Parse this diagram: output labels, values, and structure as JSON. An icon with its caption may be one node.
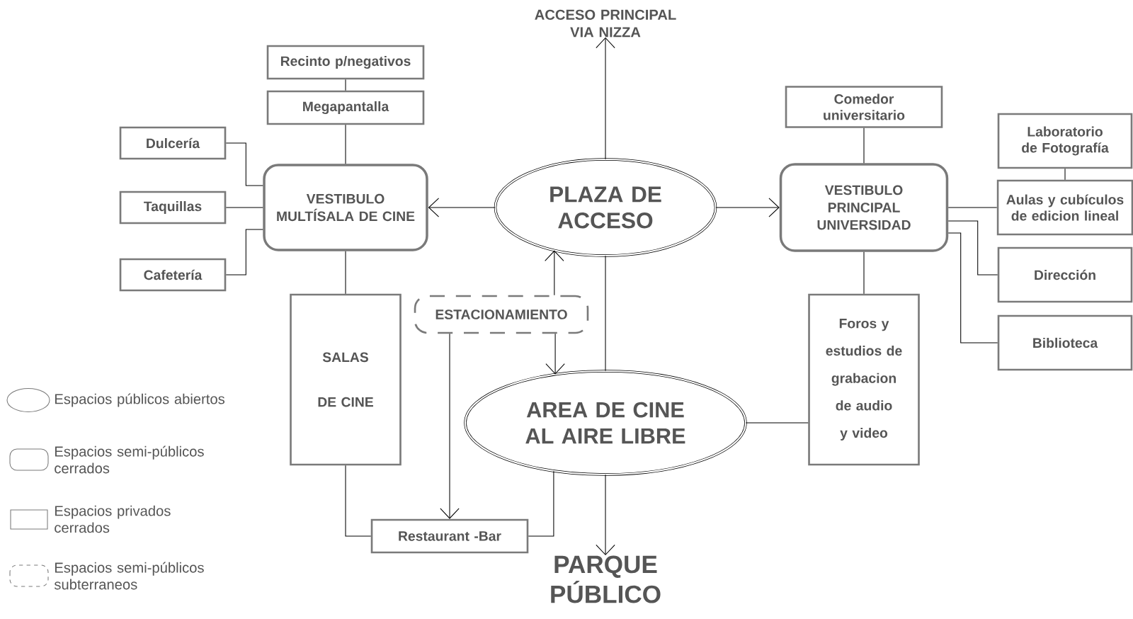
{
  "diagram": {
    "nodes": [
      {
        "text": [
          "Recinto p/negativos"
        ]
      },
      {
        "text": [
          "Megapantalla"
        ]
      },
      {
        "text": [
          "Dulcería"
        ]
      },
      {
        "text": [
          "Taquillas"
        ]
      },
      {
        "text": [
          "Cafetería"
        ]
      },
      {
        "text": [
          "VESTIBULO MULTÍSALA DE CINE"
        ]
      },
      {
        "text": [
          "ACCESO PRINCIPAL VIA NIZZA"
        ]
      },
      {
        "text": [
          "PLAZA DE ACCESO"
        ]
      },
      {
        "text": [
          "Comedor universitario"
        ]
      },
      {
        "text": [
          "VESTIBULO PRINCIPAL UNIVERSIDAD"
        ]
      },
      {
        "text": [
          "Laboratorio de Fotografía"
        ]
      },
      {
        "text": [
          "Aulas y cubículos de edicion lineal"
        ]
      },
      {
        "text": [
          "Dirección"
        ]
      },
      {
        "text": [
          "Biblioteca"
        ]
      },
      {
        "text": [
          "SALAS DE CINE"
        ]
      },
      {
        "text": [
          "ESTACIONAMIENTO"
        ]
      },
      {
        "text": [
          "AREA DE CINE AL AIRE LIBRE"
        ]
      },
      {
        "text": [
          "Foros y estudios de grabacion de audio y video"
        ]
      },
      {
        "text": [
          "Restaurant -Bar"
        ]
      },
      {
        "text": [
          "PARQUE PÚBLICO"
        ]
      }
    ],
    "edges": [
      {
        "from": 0,
        "to": 1,
        "arrow": "none"
      },
      {
        "from": 1,
        "to": 5,
        "arrow": "none"
      },
      {
        "from": 2,
        "to": 5,
        "arrow": "none"
      },
      {
        "from": 3,
        "to": 5,
        "arrow": "none"
      },
      {
        "from": 4,
        "to": 5,
        "arrow": "none"
      },
      {
        "from": 7,
        "to": 5,
        "arrow": "to"
      },
      {
        "from": 7,
        "to": 6,
        "arrow": "to"
      },
      {
        "from": 7,
        "to": 9,
        "arrow": "to"
      },
      {
        "from": 8,
        "to": 9,
        "arrow": "none"
      },
      {
        "from": 10,
        "to": 11,
        "arrow": "none"
      },
      {
        "from": 9,
        "to": 11,
        "arrow": "none"
      },
      {
        "from": 9,
        "to": 12,
        "arrow": "none"
      },
      {
        "from": 9,
        "to": 13,
        "arrow": "none"
      },
      {
        "from": 9,
        "to": 17,
        "arrow": "none"
      },
      {
        "from": 5,
        "to": 14,
        "arrow": "none"
      },
      {
        "from": 15,
        "to": 7,
        "arrow": "to"
      },
      {
        "from": 15,
        "to": 16,
        "arrow": "to"
      },
      {
        "from": 15,
        "to": 18,
        "arrow": "to"
      },
      {
        "from": 7,
        "to": 16,
        "arrow": "none"
      },
      {
        "from": 16,
        "to": 19,
        "arrow": "to"
      },
      {
        "from": 16,
        "to": 17,
        "arrow": "none"
      },
      {
        "from": 16,
        "to": 18,
        "arrow": "none"
      },
      {
        "from": 14,
        "to": 18,
        "arrow": "none"
      }
    ],
    "legend": [
      {
        "text": "Espacios públicos abiertos"
      },
      {
        "text": "Espacios semi-públicos cerrados"
      },
      {
        "text": "Espacios privados cerrados"
      },
      {
        "text": "Espacios semi-públicos subterraneos"
      }
    ]
  }
}
